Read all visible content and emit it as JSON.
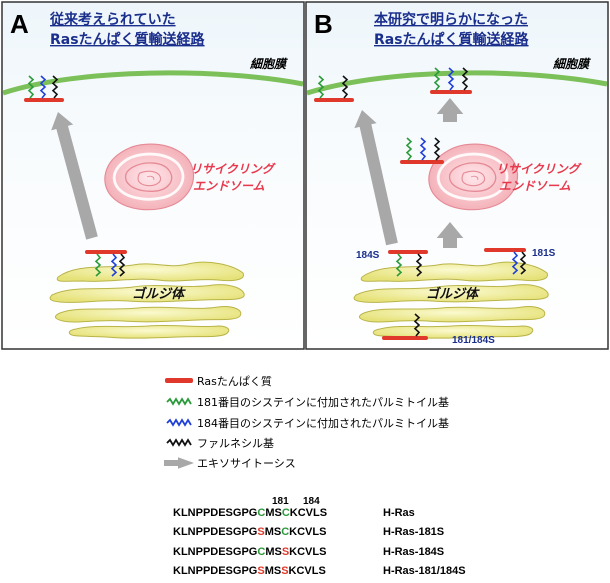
{
  "panels": [
    {
      "letter": "A",
      "title_line1": "従来考えられていた",
      "title_line2": "Rasたんぱく質輸送経路",
      "membrane_label": "細胞膜",
      "endosome_line1": "リサイクリング",
      "endosome_line2": "エンドソーム",
      "golgi_label": "ゴルジ体"
    },
    {
      "letter": "B",
      "title_line1": "本研究で明らかになった",
      "title_line2": "Rasたんぱく質輸送経路",
      "membrane_label": "細胞膜",
      "endosome_line1": "リサイクリング",
      "endosome_line2": "エンドソーム",
      "golgi_label": "ゴルジ体",
      "mutant_labels": [
        "184S",
        "181S",
        "181/184S"
      ]
    }
  ],
  "legend": [
    {
      "label": "Rasたんぱく質",
      "color": "#e0392b",
      "kind": "bar"
    },
    {
      "label": "181番目のシステインに付加されたパルミトイル基",
      "color": "#2a9a3a",
      "kind": "zigzag"
    },
    {
      "label": "184番目のシステインに付加されたパルミトイル基",
      "color": "#2040d8",
      "kind": "zigzag"
    },
    {
      "label": "ファルネシル基",
      "color": "#111111",
      "kind": "zigzag"
    },
    {
      "label": "エキソサイトーシス",
      "color": "#a8a8a8",
      "kind": "arrow"
    }
  ],
  "sequence": {
    "num_181": "181",
    "num_184": "184",
    "rows": [
      {
        "prefix": "KLNPPDESGPG",
        "c181": "C",
        "mid": "MS",
        "c184": "C",
        "suffix": "KCVLS",
        "name": "H-Ras"
      },
      {
        "prefix": "KLNPPDESGPG",
        "c181": "S",
        "mid": "MS",
        "c184": "C",
        "suffix": "KCVLS",
        "name": "H-Ras-181S"
      },
      {
        "prefix": "KLNPPDESGPG",
        "c181": "C",
        "mid": "MS",
        "c184": "S",
        "suffix": "KCVLS",
        "name": "H-Ras-184S"
      },
      {
        "prefix": "KLNPPDESGPG",
        "c181": "S",
        "mid": "MS",
        "c184": "S",
        "suffix": "KCVLS",
        "name": "H-Ras-181/184S"
      }
    ],
    "color_cys": "#2a9a3a",
    "color_ser": "#e0392b"
  },
  "colors": {
    "ras": "#e0392b",
    "palm181": "#2a9a3a",
    "palm184": "#2040d8",
    "farnesyl": "#111111",
    "arrow": "#a8a8a8",
    "membrane": "#7cc05a",
    "endosome": "#f2a8b0",
    "golgi": "#f0ed9a"
  }
}
